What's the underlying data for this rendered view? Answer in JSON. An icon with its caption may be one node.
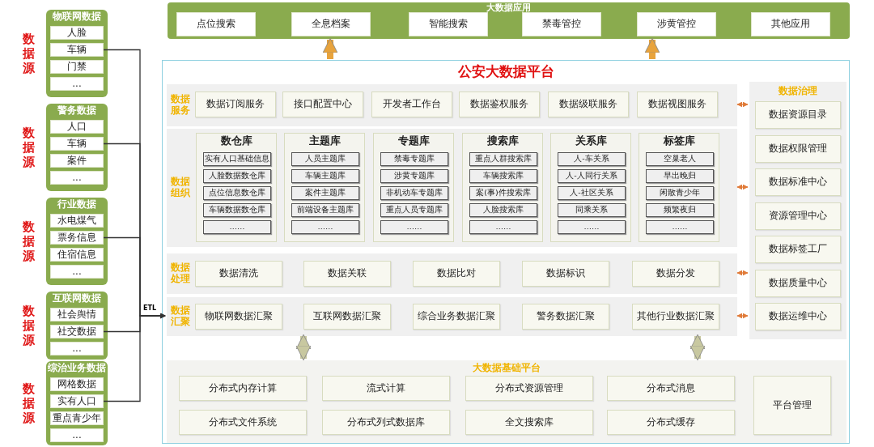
{
  "diagram": {
    "nodes": [
      {
        "text": [
          "大数据应用"
        ]
      },
      {
        "text": [
          "点位搜索"
        ],
        "in": 0
      },
      {
        "text": [
          "全息档案"
        ],
        "in": 0
      },
      {
        "text": [
          "智能搜索"
        ],
        "in": 0
      },
      {
        "text": [
          "禁毒管控"
        ],
        "in": 0
      },
      {
        "text": [
          "涉黄管控"
        ],
        "in": 0
      },
      {
        "text": [
          "其他应用"
        ],
        "in": 0
      },
      {
        "text": [
          "公安大数据平台"
        ]
      },
      {
        "text": [
          "数据服务"
        ],
        "in": 7
      },
      {
        "text": [
          "数据订阅服务"
        ],
        "in": 8
      },
      {
        "text": [
          "接口配置中心"
        ],
        "in": 8
      },
      {
        "text": [
          "开发者工作台"
        ],
        "in": 8
      },
      {
        "text": [
          "数据鉴权服务"
        ],
        "in": 8
      },
      {
        "text": [
          "数据级联服务"
        ],
        "in": 8
      },
      {
        "text": [
          "数据视图服务"
        ],
        "in": 8
      },
      {
        "text": [
          "数据组织"
        ],
        "in": 7
      },
      {
        "text": [
          "数仓库"
        ],
        "in": 15
      },
      {
        "text": [
          "实有人口基础信息"
        ],
        "in": 16
      },
      {
        "text": [
          "人脸数据数仓库"
        ],
        "in": 16
      },
      {
        "text": [
          "点位信息数仓库"
        ],
        "in": 16
      },
      {
        "text": [
          "车辆数据数仓库"
        ],
        "in": 16
      },
      {
        "text": [
          "……"
        ],
        "in": 16
      },
      {
        "text": [
          "主题库"
        ],
        "in": 15
      },
      {
        "text": [
          "人员主题库"
        ],
        "in": 22
      },
      {
        "text": [
          "车辆主题库"
        ],
        "in": 22
      },
      {
        "text": [
          "案件主题库"
        ],
        "in": 22
      },
      {
        "text": [
          "前端设备主题库"
        ],
        "in": 22
      },
      {
        "text": [
          "……"
        ],
        "in": 22
      },
      {
        "text": [
          "专题库"
        ],
        "in": 15
      },
      {
        "text": [
          "禁毒专题库"
        ],
        "in": 28
      },
      {
        "text": [
          "涉黄专题库"
        ],
        "in": 28
      },
      {
        "text": [
          "非机动车专题库"
        ],
        "in": 28
      },
      {
        "text": [
          "重点人员专题库"
        ],
        "in": 28
      },
      {
        "text": [
          "……"
        ],
        "in": 28
      },
      {
        "text": [
          "搜索库"
        ],
        "in": 15
      },
      {
        "text": [
          "重点人群搜索库"
        ],
        "in": 34
      },
      {
        "text": [
          "车辆搜索库"
        ],
        "in": 34
      },
      {
        "text": [
          "案(事)件搜索库"
        ],
        "in": 34
      },
      {
        "text": [
          "人脸搜索库"
        ],
        "in": 34
      },
      {
        "text": [
          "……"
        ],
        "in": 34
      },
      {
        "text": [
          "关系库"
        ],
        "in": 15
      },
      {
        "text": [
          "人-车关系"
        ],
        "in": 40
      },
      {
        "text": [
          "人-人同行关系"
        ],
        "in": 40
      },
      {
        "text": [
          "人-社区关系"
        ],
        "in": 40
      },
      {
        "text": [
          "同乘关系"
        ],
        "in": 40
      },
      {
        "text": [
          "……"
        ],
        "in": 40
      },
      {
        "text": [
          "标签库"
        ],
        "in": 15
      },
      {
        "text": [
          "空巢老人"
        ],
        "in": 46
      },
      {
        "text": [
          "早出晚归"
        ],
        "in": 46
      },
      {
        "text": [
          "闲散青少年"
        ],
        "in": 46
      },
      {
        "text": [
          "频繁夜归"
        ],
        "in": 46
      },
      {
        "text": [
          "……"
        ],
        "in": 46
      },
      {
        "text": [
          "数据处理"
        ],
        "in": 7
      },
      {
        "text": [
          "数据清洗"
        ],
        "in": 52
      },
      {
        "text": [
          "数据关联"
        ],
        "in": 52
      },
      {
        "text": [
          "数据比对"
        ],
        "in": 52
      },
      {
        "text": [
          "数据标识"
        ],
        "in": 52
      },
      {
        "text": [
          "数据分发"
        ],
        "in": 52
      },
      {
        "text": [
          "数据汇聚"
        ],
        "in": 7
      },
      {
        "text": [
          "物联网数据汇聚"
        ],
        "in": 58
      },
      {
        "text": [
          "互联网数据汇聚"
        ],
        "in": 58
      },
      {
        "text": [
          "综合业务数据汇聚"
        ],
        "in": 58
      },
      {
        "text": [
          "警务数据汇聚"
        ],
        "in": 58
      },
      {
        "text": [
          "其他行业数据汇聚"
        ],
        "in": 58
      },
      {
        "text": [
          "数据治理"
        ],
        "in": 7
      },
      {
        "text": [
          "数据资源目录"
        ],
        "in": 64
      },
      {
        "text": [
          "数据权限管理"
        ],
        "in": 64
      },
      {
        "text": [
          "数据标准中心"
        ],
        "in": 64
      },
      {
        "text": [
          "资源管理中心"
        ],
        "in": 64
      },
      {
        "text": [
          "数据标签工厂"
        ],
        "in": 64
      },
      {
        "text": [
          "数据质量中心"
        ],
        "in": 64
      },
      {
        "text": [
          "数据运维中心"
        ],
        "in": 64
      },
      {
        "text": [
          "大数据基础平台"
        ],
        "in": 7
      },
      {
        "text": [
          "分布式内存计算"
        ],
        "in": 72
      },
      {
        "text": [
          "流式计算"
        ],
        "in": 72
      },
      {
        "text": [
          "分布式资源管理"
        ],
        "in": 72
      },
      {
        "text": [
          "分布式消息"
        ],
        "in": 72
      },
      {
        "text": [
          "平台管理"
        ],
        "in": 72
      },
      {
        "text": [
          "分布式文件系统"
        ],
        "in": 72
      },
      {
        "text": [
          "分布式列式数据库"
        ],
        "in": 72
      },
      {
        "text": [
          "全文搜索库"
        ],
        "in": 72
      },
      {
        "text": [
          "分布式缓存"
        ],
        "in": 72
      },
      {
        "text": [
          "物联网数据"
        ],
        "beside": [
          "数据源"
        ]
      },
      {
        "text": [
          "人脸"
        ],
        "in": 82
      },
      {
        "text": [
          "车辆"
        ],
        "in": 82
      },
      {
        "text": [
          "门禁"
        ],
        "in": 82
      },
      {
        "text": [
          "..."
        ],
        "in": 82
      },
      {
        "text": [
          "警务数据"
        ],
        "beside": [
          "数据源"
        ]
      },
      {
        "text": [
          "人口"
        ],
        "in": 87
      },
      {
        "text": [
          "车辆"
        ],
        "in": 87
      },
      {
        "text": [
          "案件"
        ],
        "in": 87
      },
      {
        "text": [
          "..."
        ],
        "in": 87
      },
      {
        "text": [
          "行业数据"
        ],
        "beside": [
          "数据源"
        ]
      },
      {
        "text": [
          "水电煤气"
        ],
        "in": 92
      },
      {
        "text": [
          "票务信息"
        ],
        "in": 92
      },
      {
        "text": [
          "住宿信息"
        ],
        "in": 92
      },
      {
        "text": [
          "..."
        ],
        "in": 92
      },
      {
        "text": [
          "互联网数据"
        ],
        "beside": [
          "数据源"
        ]
      },
      {
        "text": [
          "社会舆情"
        ],
        "in": 97
      },
      {
        "text": [
          "社交数据"
        ],
        "in": 97
      },
      {
        "text": [
          "..."
        ],
        "in": 97
      },
      {
        "text": [
          "综治业务数据"
        ],
        "beside": [
          "数据源"
        ]
      },
      {
        "text": [
          "网格数据"
        ],
        "in": 101
      },
      {
        "text": [
          "实有人口"
        ],
        "in": 101
      },
      {
        "text": [
          "重点青少年"
        ],
        "in": 101
      },
      {
        "text": [
          "..."
        ],
        "in": 101
      }
    ],
    "edges": [
      {
        "from": 84,
        "to": 58,
        "arrow": "to"
      },
      {
        "from": 89,
        "to": 58,
        "arrow": "to"
      },
      {
        "from": 94,
        "to": 58,
        "arrow": "to"
      },
      {
        "from": 99,
        "to": 58,
        "arrow": "to",
        "label": "ETL"
      },
      {
        "from": 103,
        "to": 58,
        "arrow": "to"
      },
      {
        "from": 7,
        "to": 0,
        "arrow": "to",
        "style": "thick",
        "color": "#e8a33c"
      },
      {
        "from": 7,
        "to": 0,
        "arrow": "to",
        "style": "thick",
        "color": "#e8a33c"
      },
      {
        "from": 8,
        "to": 64,
        "arrow": "both",
        "color": "#e07b39"
      },
      {
        "from": 15,
        "to": 64,
        "arrow": "both",
        "color": "#e07b39"
      },
      {
        "from": 52,
        "to": 64,
        "arrow": "both",
        "color": "#e07b39"
      },
      {
        "from": 58,
        "to": 64,
        "arrow": "both",
        "color": "#e07b39"
      },
      {
        "from": 58,
        "to": 72,
        "arrow": "both",
        "style": "thick",
        "color": "#c8c8a0"
      },
      {
        "from": 58,
        "to": 72,
        "arrow": "both",
        "style": "thick",
        "color": "#c8c8a0"
      }
    ]
  }
}
